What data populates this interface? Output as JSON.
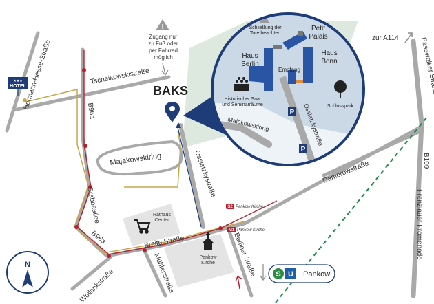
{
  "destination": {
    "name": "BAKS"
  },
  "access_note": [
    "Zugang nur",
    "zu Fuß oder",
    "per Fahrrad",
    "möglich"
  ],
  "directions": {
    "north_to": "zur A114"
  },
  "streets": {
    "hermann_hesse": "Hermann-Hesse-Straße",
    "tschaikowski": "Tschaikowskistraße",
    "b96a_north": "B96a",
    "majakowskiring": "Majakowskiring",
    "grabbeallee": "Grabbeallee",
    "b96a_south": "B96a",
    "breite_strasse": "Breite Straße",
    "muehlenstrasse": "Mühlenstraße",
    "wollankstrasse": "Wollankstraße",
    "ossietzkystrasse": "Ossietzkystraße",
    "berliner_strasse": "Berliner Straße",
    "damerowstrasse": "Damerowstraße",
    "b109": "B109",
    "prenzlauer_promenade": "Prenzlauer Promenade",
    "pasewalker_strasse": "Pasewalker Straße"
  },
  "landmarks": {
    "hotel": "HOTEL",
    "hotel_stars": "★★★",
    "rathaus": [
      "Rathaus",
      "Center"
    ],
    "pankow_kirche": [
      "Pankow",
      "Kirche"
    ]
  },
  "transit": {
    "s2_badge": "S2",
    "s2_stop": "Pankow Kirche",
    "m1_badge": "M1",
    "m1_stop": "Pankow Kirche",
    "station_name": "Pankow",
    "s_symbol": "S",
    "u_symbol": "U"
  },
  "inset": {
    "gate_note": [
      "Schließung der",
      "Tore beachten"
    ],
    "petit_palais": [
      "Petit",
      "Palais"
    ],
    "haus_berlin": [
      "Haus",
      "Berlin"
    ],
    "haus_bonn": [
      "Haus",
      "Bonn"
    ],
    "empfang": "Empfang",
    "hall": [
      "Historischer Saal",
      "und Seminarräume"
    ],
    "schlosspark": "Schlosspark",
    "majakowskiring": "Majakowskiring",
    "ossietzkystrasse": "Ossietzkystraße",
    "parking": "P"
  },
  "compass": {
    "north": "N"
  },
  "colors": {
    "road": "#a8a8a8",
    "minor_road": "#bcbcbc",
    "route_gold": "#c8a64b",
    "rail_red": "#b8202f",
    "brand_blue": "#1d3c78",
    "building_blue": "#2a54a4",
    "park_green": "#d9e6dc",
    "inset_bg": "#cfdce8",
    "s_green": "#2e8b45",
    "u_blue": "#1d5fa8",
    "dash_green": "#1e8a4a"
  }
}
